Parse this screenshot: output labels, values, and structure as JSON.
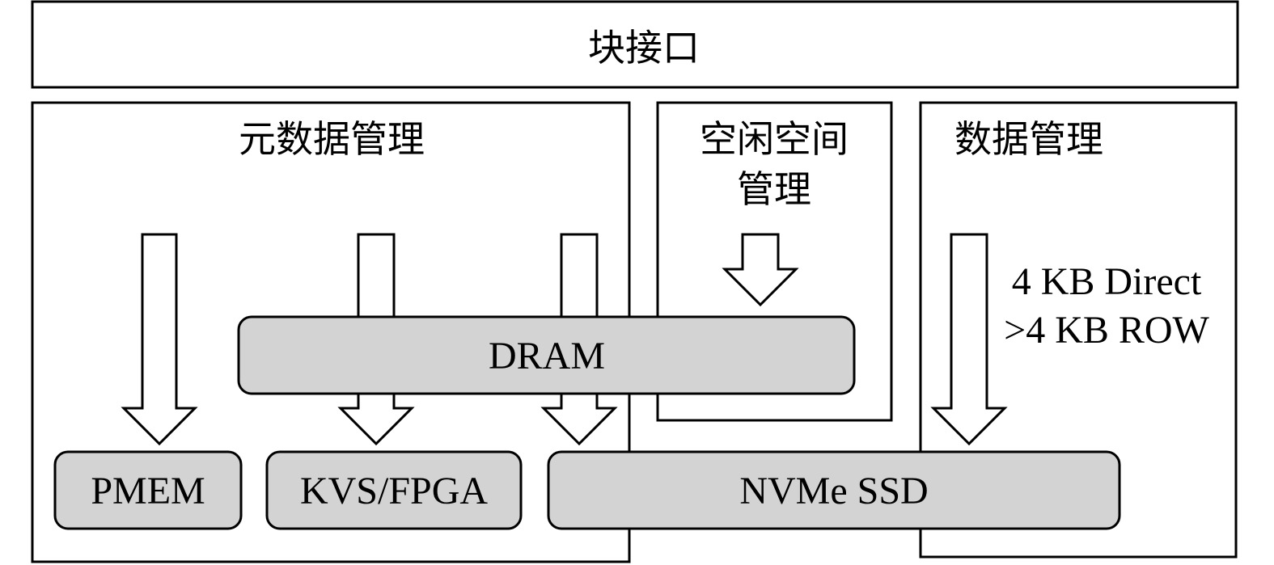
{
  "block_interface": {
    "label": "块接口"
  },
  "metadata_management": {
    "label": "元数据管理"
  },
  "free_space_management": {
    "label_line1": "空闲空间",
    "label_line2": "管理"
  },
  "data_management": {
    "label": "数据管理",
    "note_line1": "4 KB Direct",
    "note_line2": ">4 KB ROW"
  },
  "dram": {
    "label": "DRAM"
  },
  "pmem": {
    "label": "PMEM"
  },
  "kvs_fpga": {
    "label": "KVS/FPGA"
  },
  "nvme_ssd": {
    "label": "NVMe SSD"
  },
  "colors": {
    "component_fill": "#d3d3d3",
    "stroke": "#000000",
    "background": "#ffffff"
  }
}
